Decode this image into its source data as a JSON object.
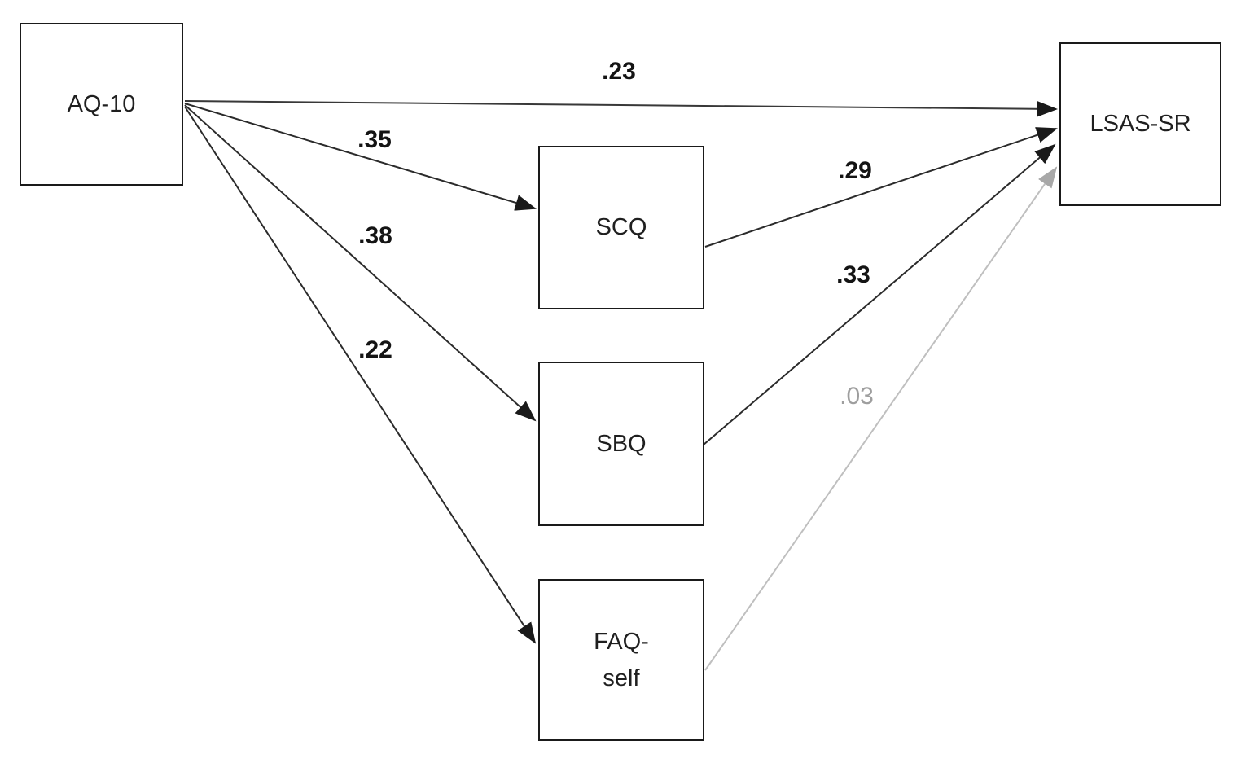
{
  "diagram": {
    "type": "path-model",
    "nodes": {
      "aq10": {
        "label": "AQ-10",
        "role": "predictor"
      },
      "scq": {
        "label": "SCQ",
        "role": "mediator"
      },
      "sbq": {
        "label": "SBQ",
        "role": "mediator"
      },
      "faq": {
        "label": "FAQ-\nself",
        "role": "mediator"
      },
      "lsas": {
        "label": "LSAS-SR",
        "role": "outcome"
      }
    },
    "edges": [
      {
        "id": "aq10-to-lsas",
        "from": "AQ-10",
        "to": "LSAS-SR",
        "label": ".23",
        "significant": true
      },
      {
        "id": "aq10-to-scq",
        "from": "AQ-10",
        "to": "SCQ",
        "label": ".35",
        "significant": true
      },
      {
        "id": "aq10-to-sbq",
        "from": "AQ-10",
        "to": "SBQ",
        "label": ".38",
        "significant": true
      },
      {
        "id": "aq10-to-faq",
        "from": "AQ-10",
        "to": "FAQ-self",
        "label": ".22",
        "significant": true
      },
      {
        "id": "scq-to-lsas",
        "from": "SCQ",
        "to": "LSAS-SR",
        "label": ".29",
        "significant": true
      },
      {
        "id": "sbq-to-lsas",
        "from": "SBQ",
        "to": "LSAS-SR",
        "label": ".33",
        "significant": true
      },
      {
        "id": "faq-to-lsas",
        "from": "FAQ-self",
        "to": "LSAS-SR",
        "label": ".03",
        "significant": false
      }
    ],
    "colors": {
      "edge_black": "#2b2b2b",
      "edge_muted": "#bfbfbf",
      "arrowhead_black": "#1a1a1a",
      "arrowhead_muted": "#a8a8a8",
      "label_black": "#141414",
      "label_muted": "#9e9e9e",
      "node_border": "#1a1a1a",
      "background": "#ffffff"
    }
  }
}
